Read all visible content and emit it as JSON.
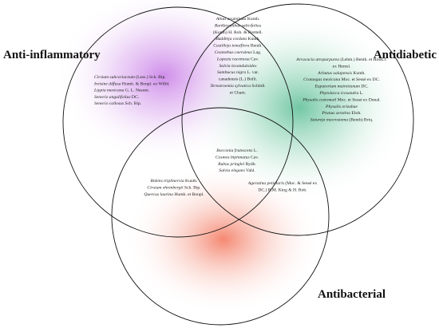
{
  "sets": [
    {
      "id": "anti_inflammatory",
      "label": "Anti-inflammatory",
      "color": "#c77ae6"
    },
    {
      "id": "antidiabetic",
      "label": "Antidiabetic",
      "color": "#5fc39a"
    },
    {
      "id": "antibacterial",
      "label": "Antibacterial",
      "color": "#f4785e"
    }
  ],
  "regions": {
    "anti_inflammatory_only": [
      {
        "species": "Cirsium subcoriaceum",
        "author": "(Less.) Sch. Bip."
      },
      {
        "species": "Ireisine diffusa",
        "author": "Humb. & Bonpl. ex Willd."
      },
      {
        "species": "Lippia mexicana",
        "author": "G. L. Nesom."
      },
      {
        "species": "Senecio angulifolius",
        "author": "DC."
      },
      {
        "species": "Senecio callosus",
        "author": "Sch. Bip."
      }
    ],
    "anti_inflammatory_antidiabetic": [
      {
        "species": "Alnus acuminata",
        "author": "Kunth."
      },
      {
        "species": "Barkleyanthus salicifolius",
        "author": ""
      },
      {
        "species": "",
        "author": "(Kunth) H. Rob. & Brettell."
      },
      {
        "species": "Buddleja cordata",
        "author": "Kunth."
      },
      {
        "species": "Castilleja tenuiflora",
        "author": "Benth."
      },
      {
        "species": "Ceanothus caeruleus",
        "author": "Lag."
      },
      {
        "species": "Lopezia racemosa",
        "author": "Cav."
      },
      {
        "species": "Salvia lavanduloides",
        "author": ""
      },
      {
        "species": "Sambucus nigra",
        "author": "L. var."
      },
      {
        "species": "",
        "author": "canadensis (L.) Bolli."
      },
      {
        "species": "Ternstroemia sylvatica",
        "author": "Schltdl."
      },
      {
        "species": "",
        "author": "et Cham."
      }
    ],
    "antidiabetic_only": [
      {
        "species": "Arracacia atropurpurea",
        "author": "(Lehm.) Benth. et Hook.f."
      },
      {
        "species": "",
        "author": "ex Hemsl."
      },
      {
        "species": "Arbutus xalapensis",
        "author": "Kunth."
      },
      {
        "species": "Crataegus mexicana",
        "author": "Moc. et Sessé ex DC."
      },
      {
        "species": "Eupatorium mairetianum",
        "author": "DC."
      },
      {
        "species": "Phytolacca icosandra",
        "author": "L."
      },
      {
        "species": "Physalis coztomatl",
        "author": "Moc. et Sessé ex Dunal."
      },
      {
        "species": "Physalis orizabae",
        "author": ""
      },
      {
        "species": "Prunus serotina",
        "author": "Ehrh."
      },
      {
        "species": "Satureja macrostema",
        "author": "(Benth) Briq."
      }
    ],
    "all_three": [
      {
        "species": "Bocconia frutescens",
        "author": "L."
      },
      {
        "species": "Cosmos bipinnatus",
        "author": "Cav."
      },
      {
        "species": "Rubus pringlei",
        "author": "Rydb."
      },
      {
        "species": "Salvia elegans",
        "author": "Vahl."
      }
    ],
    "anti_inflammatory_antibacterial": [
      {
        "species": "Bidens triplinervia",
        "author": "Kunth."
      },
      {
        "species": "Cirsium ehrenbergii",
        "author": "Sch. Bip."
      },
      {
        "species": "Quercus laurina",
        "author": "Humb. et Bonpl."
      }
    ],
    "antidiabetic_antibacterial": [
      {
        "species": "Ageratina petiolaris",
        "author": "(Moc. & Sessé ex"
      },
      {
        "species": "",
        "author": "DC.) R.M. King & H. Rob."
      }
    ]
  }
}
